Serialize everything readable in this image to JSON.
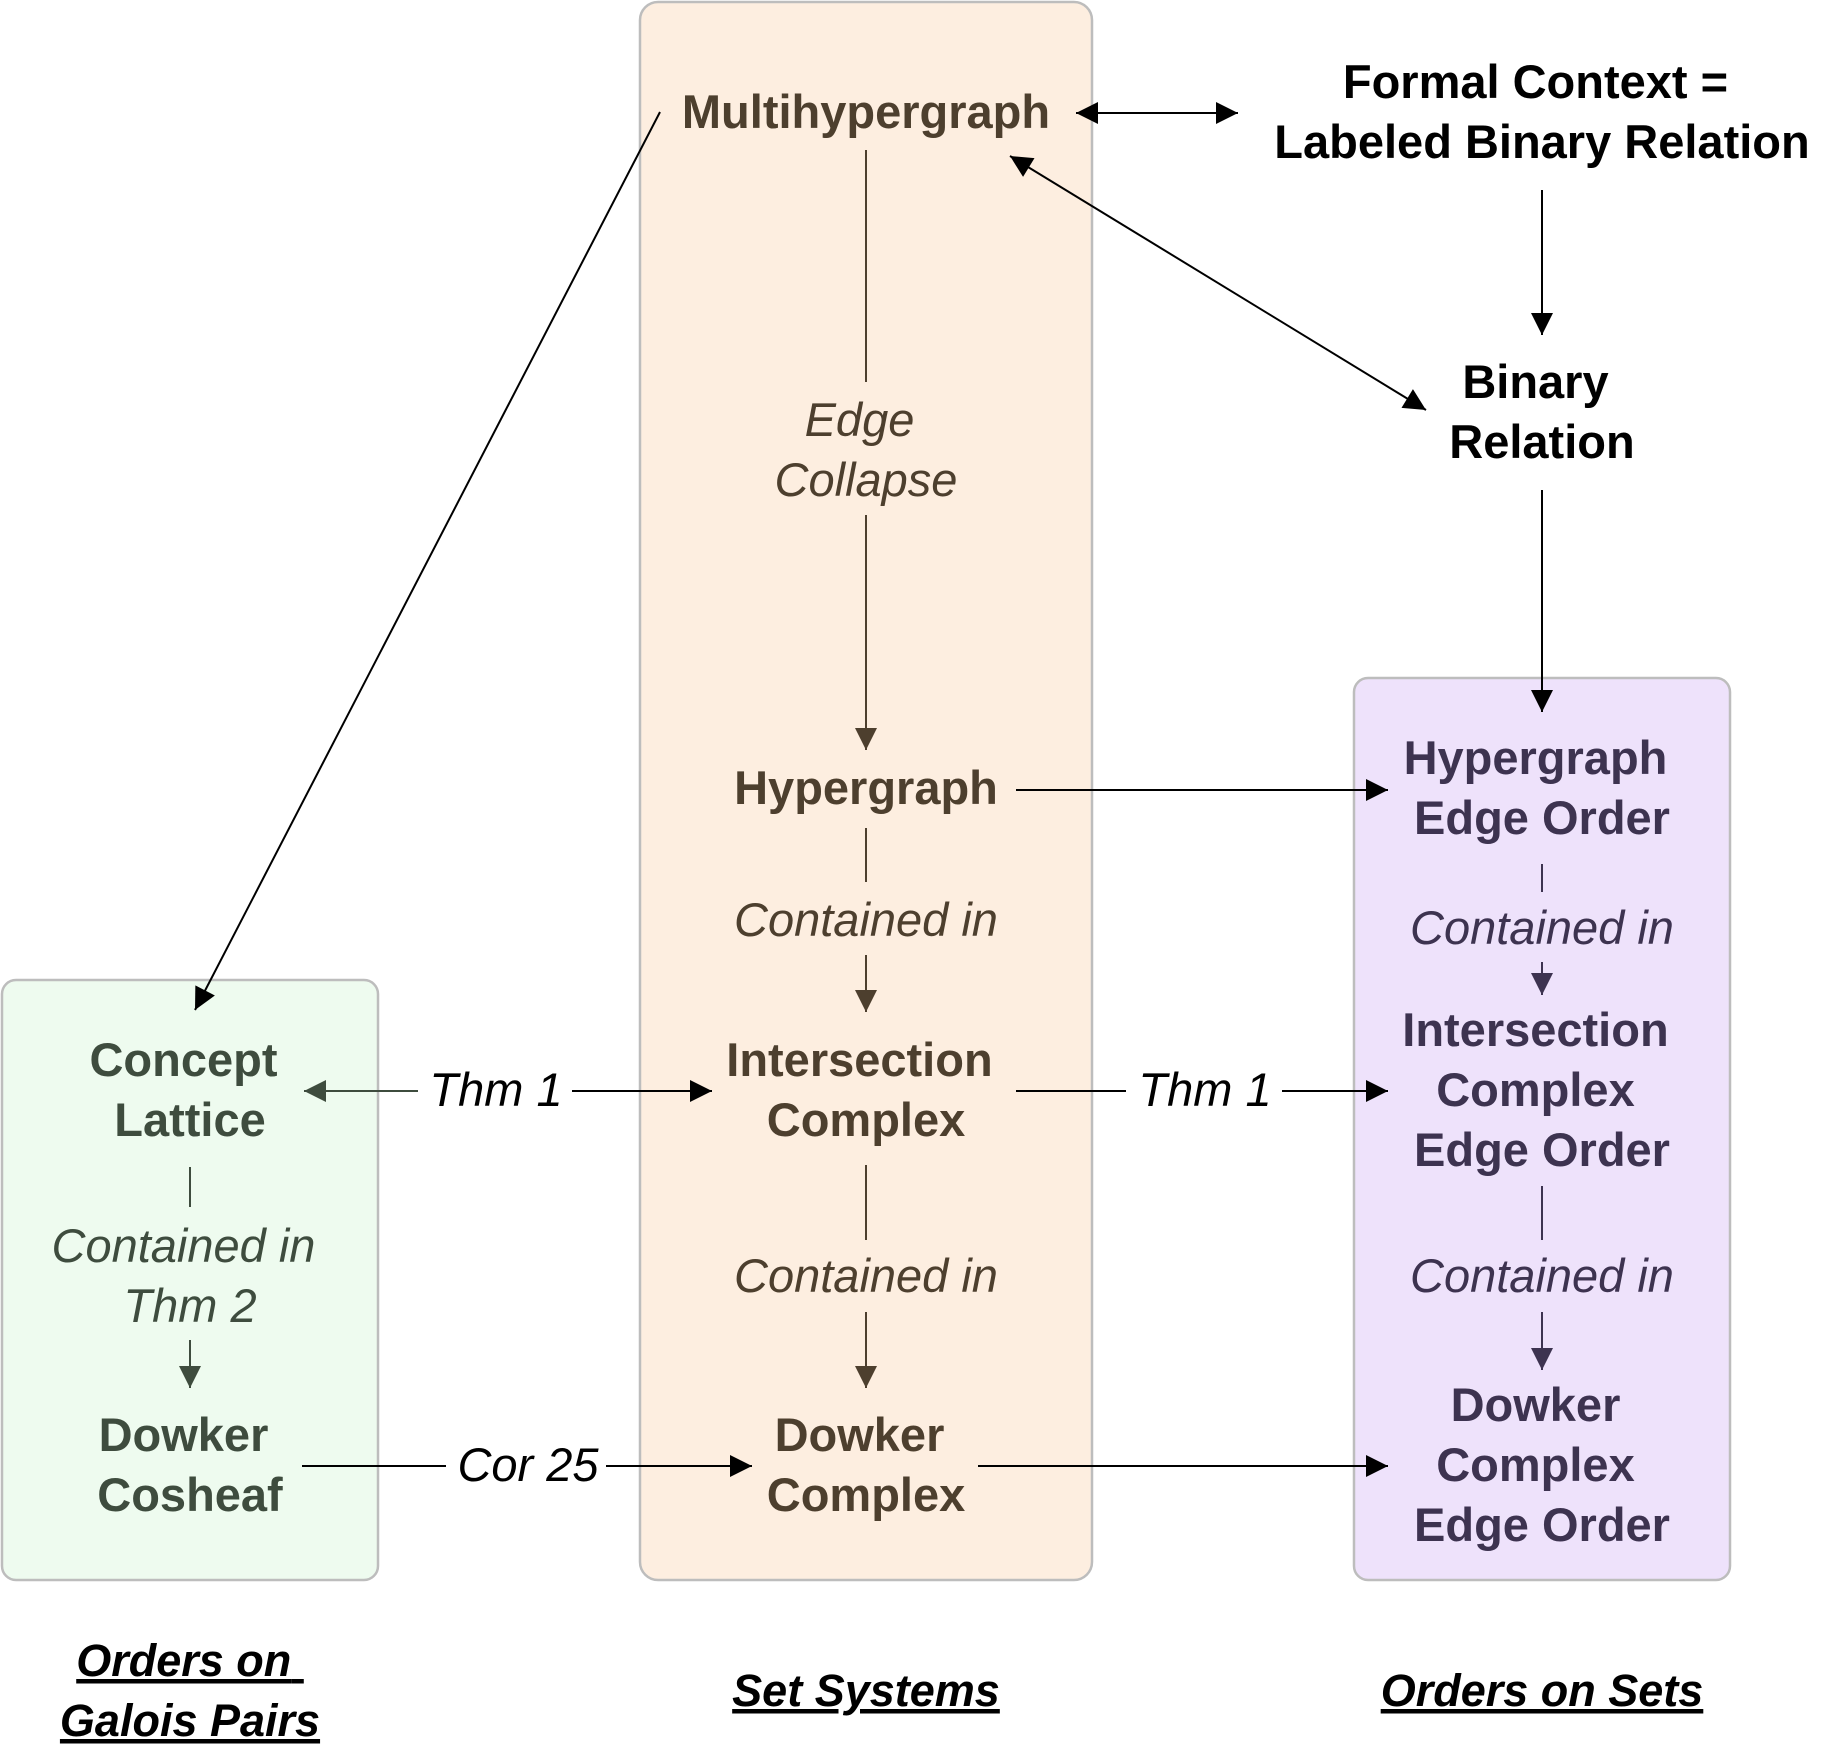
{
  "colors": {
    "green_panel_fill": "#eefbef",
    "orange_panel_fill": "#fdeee0",
    "purple_panel_fill": "#eee2fb",
    "panel_border": "#bdbdbd",
    "green_text": "#3e4c3e",
    "brown_text": "#4d3f2e",
    "purple_text": "#3d3350",
    "black_text": "#000000"
  },
  "columns": {
    "galois": [
      "Orders on",
      "Galois Pairs"
    ],
    "set_systems": "Set Systems",
    "orders_on_sets": "Orders on Sets"
  },
  "nodes": {
    "multihypergraph": "Multihypergraph",
    "formal_context": [
      "Formal Context =",
      "Labeled Binary Relation"
    ],
    "binary_relation": [
      "Binary",
      "Relation"
    ],
    "hypergraph": "Hypergraph",
    "intersection_complex": [
      "Intersection",
      "Complex"
    ],
    "dowker_complex": [
      "Dowker",
      "Complex"
    ],
    "concept_lattice": [
      "Concept",
      "Lattice"
    ],
    "dowker_cosheaf": [
      "Dowker",
      "Cosheaf"
    ],
    "hypergraph_edge_order": [
      "Hypergraph",
      "Edge Order"
    ],
    "intersection_complex_edge_order": [
      "Intersection",
      "Complex",
      "Edge Order"
    ],
    "dowker_complex_edge_order": [
      "Dowker",
      "Complex",
      "Edge Order"
    ]
  },
  "edge_labels": {
    "edge_collapse": [
      "Edge",
      "Collapse"
    ],
    "contained_in": "Contained in",
    "contained_in_thm2": [
      "Contained in",
      "Thm 2"
    ],
    "thm1": "Thm 1",
    "cor25": "Cor 25"
  }
}
